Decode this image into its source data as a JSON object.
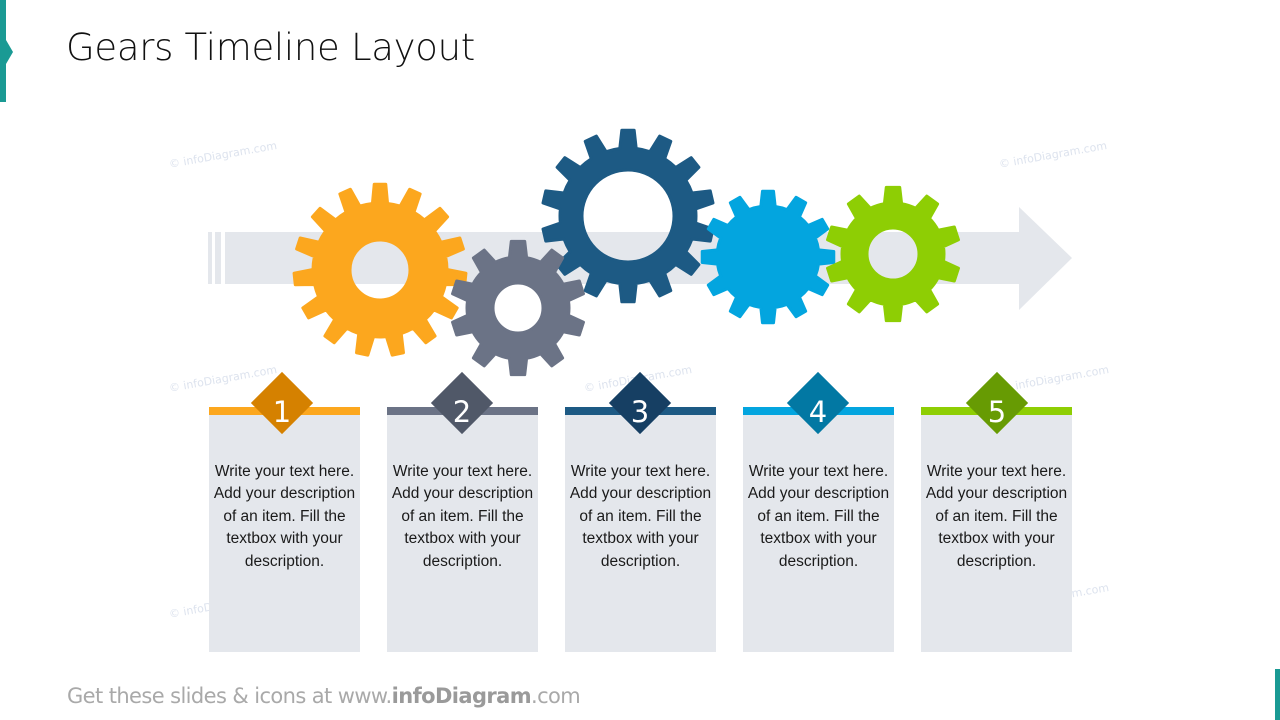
{
  "slide": {
    "title": "Gears Timeline Layout",
    "accent_color": "#1a9a94"
  },
  "watermark": "© infoDiagram.com",
  "arrow": {
    "color": "#e4e7ec"
  },
  "gears": [
    {
      "id": 1,
      "color": "#fca71e",
      "teeth": 15,
      "hole": true
    },
    {
      "id": 2,
      "color": "#6b7386",
      "teeth": 10,
      "hole": true
    },
    {
      "id": 3,
      "color": "#1d5a84",
      "teeth": 14,
      "hole": true
    },
    {
      "id": 4,
      "color": "#03a5df",
      "teeth": 12,
      "hole": false
    },
    {
      "id": 5,
      "color": "#8ece04",
      "teeth": 10,
      "hole": true
    }
  ],
  "steps": [
    {
      "number": "1",
      "bar_color": "#fca71e",
      "diamond_color": "#d58100",
      "text": "Write your text here. Add your description of an item. Fill the textbox with your description."
    },
    {
      "number": "2",
      "bar_color": "#6b7386",
      "diamond_color": "#505868",
      "text": "Write your text here. Add your description of an item. Fill the textbox with your description."
    },
    {
      "number": "3",
      "bar_color": "#1d5a84",
      "diamond_color": "#163f63",
      "text": "Write your text here. Add your description of an item. Fill the textbox with your description."
    },
    {
      "number": "4",
      "bar_color": "#03a5df",
      "diamond_color": "#0278a3",
      "text": "Write your text here. Add your description of an item. Fill the textbox with your description."
    },
    {
      "number": "5",
      "bar_color": "#8ece04",
      "diamond_color": "#679b03",
      "text": "Write your text here. Add your description of an item. Fill the textbox with your description."
    }
  ],
  "footer": {
    "prefix": "Get these slides & icons at www.",
    "brand": "infoDiagram",
    "suffix": ".com"
  }
}
